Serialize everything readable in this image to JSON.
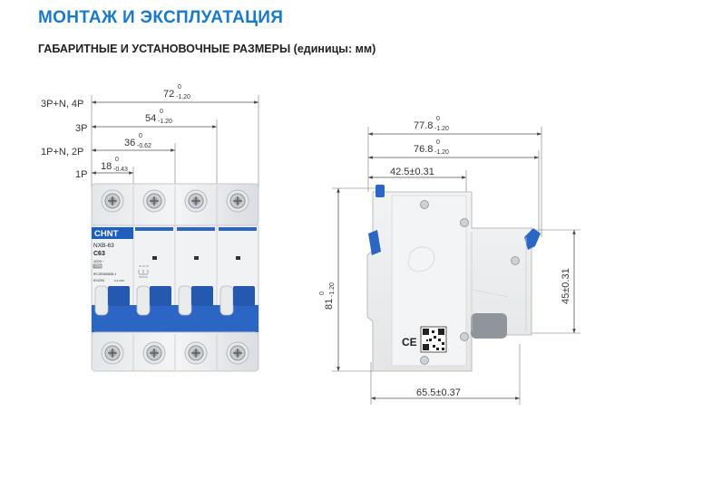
{
  "header": {
    "title": "МОНТАЖ И ЭКСПЛУАТАЦИЯ",
    "subtitle": "ГАБАРИТНЫЕ И УСТАНОВОЧНЫЕ РАЗМЕРЫ (единицы: мм)"
  },
  "front_view": {
    "rows": [
      {
        "label": "3P+N, 4P",
        "dim": "72",
        "tol_upper": "0",
        "tol_lower": "-1.20"
      },
      {
        "label": "3P",
        "dim": "54",
        "tol_upper": "0",
        "tol_lower": "-1.20"
      },
      {
        "label": "1P+N, 2P",
        "dim": "36",
        "tol_upper": "0",
        "tol_lower": "-0.62"
      },
      {
        "label": "1P",
        "dim": "18",
        "tol_upper": "0",
        "tol_lower": "-0.43"
      }
    ],
    "device": {
      "brand": "CHNT",
      "model": "NXB-63",
      "rating": "C63",
      "voltage": "400V~",
      "breaking": "6000",
      "standard": "IEC/EN60898-1",
      "code": "814254",
      "small_text": "6-4-OFF"
    }
  },
  "side_view": {
    "dim_top_1": {
      "dim": "77.8",
      "tol_upper": "0",
      "tol_lower": "-1.20"
    },
    "dim_top_2": {
      "dim": "76.8",
      "tol_upper": "0",
      "tol_lower": "-1.20"
    },
    "dim_top_3": "42.5±0.31",
    "dim_height": {
      "dim": "81",
      "tol_upper": "0",
      "tol_lower": "-1.20"
    },
    "dim_right": "45±0.31",
    "dim_bottom": "65.5±0.37",
    "ce_mark": "CE"
  },
  "colors": {
    "title_blue": "#1a7ac8",
    "device_blue": "#2b66c4",
    "dim_line": "#444444"
  }
}
